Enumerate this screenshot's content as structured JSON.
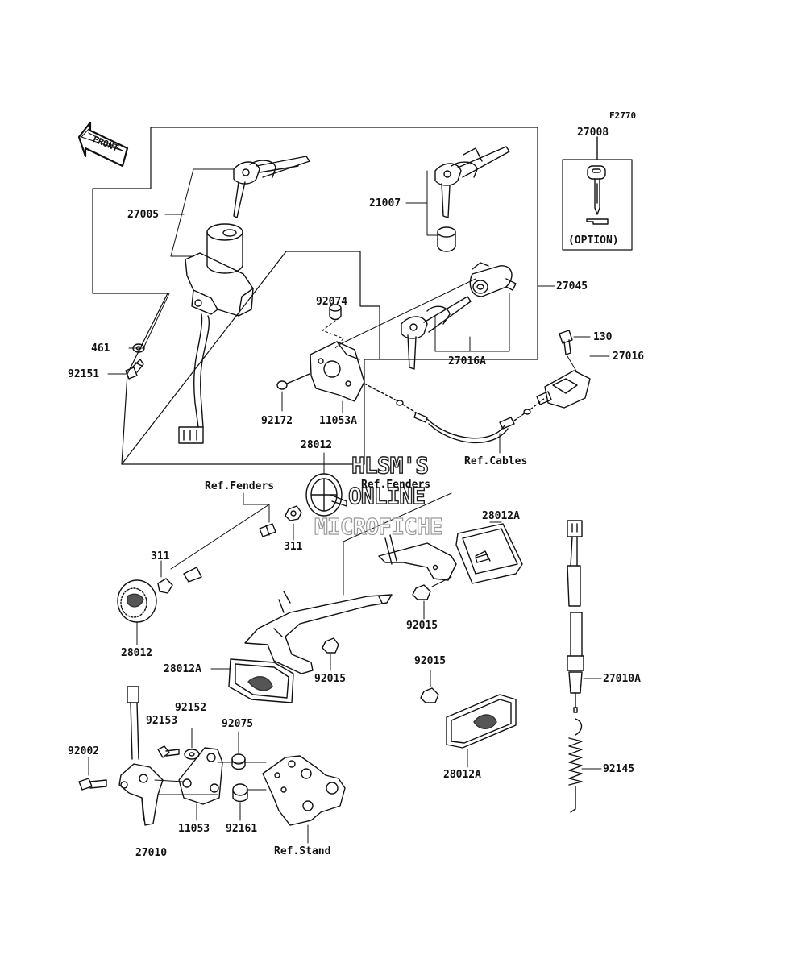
{
  "figure_code": "F2770",
  "front_label": "FRONT",
  "option_label": "(OPTION)",
  "watermark": {
    "line1": "HLSM'S",
    "line2": "ONLINE",
    "line3": "MICROFICHE"
  },
  "callouts": {
    "c27008": "27008",
    "c27005": "27005",
    "c21007": "21007",
    "c27045": "27045",
    "c92074": "92074",
    "c461": "461",
    "c92151": "92151",
    "c27016A": "27016A",
    "c130": "130",
    "c27016": "27016",
    "c92172": "92172",
    "c11053A": "11053A",
    "c28012_top": "28012",
    "ref_cables": "Ref.Cables",
    "ref_fenders_left": "Ref.Fenders",
    "ref_fenders_mid": "Ref.Fenders",
    "c311_a": "311",
    "c311_b": "311",
    "c28012A_right": "28012A",
    "c28012_left": "28012",
    "c92015_a": "92015",
    "c28012A_left": "28012A",
    "c92015_b": "92015",
    "c92015_c": "92015",
    "c27010A": "27010A",
    "c92152": "92152",
    "c92153": "92153",
    "c92075": "92075",
    "c92002": "92002",
    "c28012A_bottom": "28012A",
    "c92145": "92145",
    "c11053": "11053",
    "c92161": "92161",
    "c27010": "27010",
    "ref_stand": "Ref.Stand"
  }
}
